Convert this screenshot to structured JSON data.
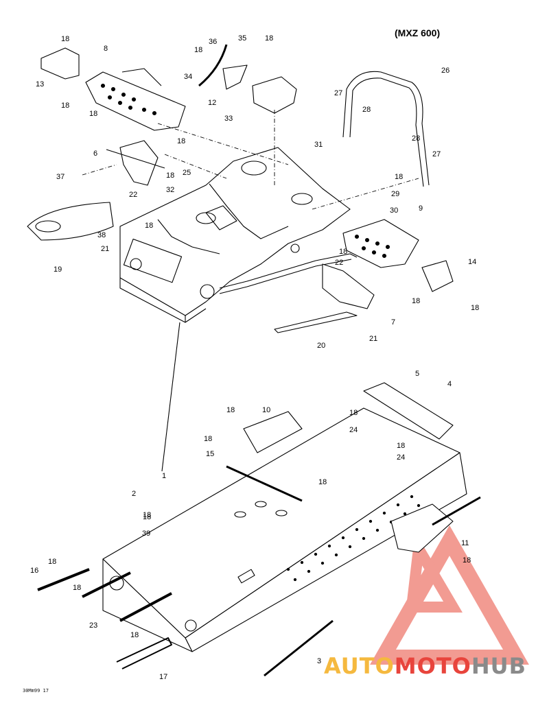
{
  "header": {
    "model": "(MXZ 600)"
  },
  "footer": {
    "code": "30Mm99 17"
  },
  "watermark": {
    "part1": "AUTO",
    "part2": "MOTO",
    "part3": "HUB",
    "colors": {
      "yellow": "#f5b93f",
      "red": "#e8443c",
      "gray": "#8a8a8a"
    }
  },
  "callouts": [
    {
      "id": "c1",
      "label": "1"
    },
    {
      "id": "c2",
      "label": "2"
    },
    {
      "id": "c3",
      "label": "3"
    },
    {
      "id": "c4",
      "label": "4"
    },
    {
      "id": "c5",
      "label": "5"
    },
    {
      "id": "c6",
      "label": "6"
    },
    {
      "id": "c7",
      "label": "7"
    },
    {
      "id": "c8",
      "label": "8"
    },
    {
      "id": "c9",
      "label": "9"
    },
    {
      "id": "c10",
      "label": "10"
    },
    {
      "id": "c11",
      "label": "11"
    },
    {
      "id": "c12",
      "label": "12"
    },
    {
      "id": "c13",
      "label": "13"
    },
    {
      "id": "c14",
      "label": "14"
    },
    {
      "id": "c15",
      "label": "15"
    },
    {
      "id": "c16",
      "label": "16"
    },
    {
      "id": "c17",
      "label": "17"
    },
    {
      "id": "c19",
      "label": "19"
    },
    {
      "id": "c20",
      "label": "20"
    },
    {
      "id": "c21a",
      "label": "21"
    },
    {
      "id": "c21b",
      "label": "21"
    },
    {
      "id": "c22a",
      "label": "22"
    },
    {
      "id": "c22b",
      "label": "22"
    },
    {
      "id": "c23",
      "label": "23"
    },
    {
      "id": "c24a",
      "label": "24"
    },
    {
      "id": "c24b",
      "label": "24"
    },
    {
      "id": "c25",
      "label": "25"
    },
    {
      "id": "c26",
      "label": "26"
    },
    {
      "id": "c27a",
      "label": "27"
    },
    {
      "id": "c27b",
      "label": "27"
    },
    {
      "id": "c28a",
      "label": "28"
    },
    {
      "id": "c28b",
      "label": "28"
    },
    {
      "id": "c29",
      "label": "29"
    },
    {
      "id": "c30",
      "label": "30"
    },
    {
      "id": "c31",
      "label": "31"
    },
    {
      "id": "c32",
      "label": "32"
    },
    {
      "id": "c33",
      "label": "33"
    },
    {
      "id": "c34",
      "label": "34"
    },
    {
      "id": "c35",
      "label": "35"
    },
    {
      "id": "c36",
      "label": "36"
    },
    {
      "id": "c37",
      "label": "37"
    },
    {
      "id": "c38",
      "label": "38"
    },
    {
      "id": "c39",
      "label": "39"
    },
    {
      "id": "c18a",
      "label": "18"
    },
    {
      "id": "c18b",
      "label": "18"
    },
    {
      "id": "c18c",
      "label": "18"
    },
    {
      "id": "c18d",
      "label": "18"
    },
    {
      "id": "c18e",
      "label": "18"
    },
    {
      "id": "c18f",
      "label": "18"
    },
    {
      "id": "c18g",
      "label": "18"
    },
    {
      "id": "c18h",
      "label": "18"
    },
    {
      "id": "c18i",
      "label": "18"
    },
    {
      "id": "c18j",
      "label": "18"
    },
    {
      "id": "c18k",
      "label": "18"
    },
    {
      "id": "c18l",
      "label": "18"
    },
    {
      "id": "c18m",
      "label": "18"
    },
    {
      "id": "c18n",
      "label": "18"
    },
    {
      "id": "c18o",
      "label": "18"
    },
    {
      "id": "c18p",
      "label": "18"
    },
    {
      "id": "c18q",
      "label": "18"
    },
    {
      "id": "c18r",
      "label": "18"
    },
    {
      "id": "c18s",
      "label": "18"
    },
    {
      "id": "c18t",
      "label": "18"
    },
    {
      "id": "c18u",
      "label": "18"
    },
    {
      "id": "c18v",
      "label": "18"
    },
    {
      "id": "c18w",
      "label": "18"
    }
  ]
}
